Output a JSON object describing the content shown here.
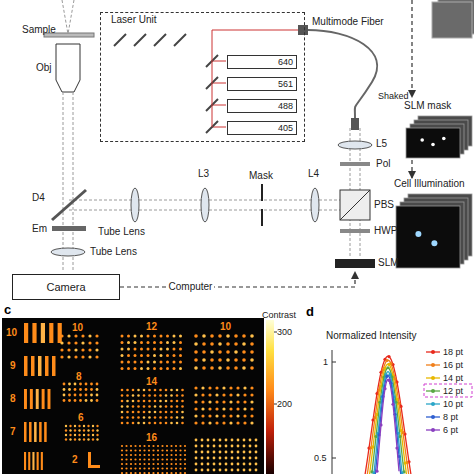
{
  "diagram": {
    "nodes": [
      {
        "text": [
          "Laser Unit"
        ]
      },
      {
        "text": [
          "640"
        ],
        "in": 0
      },
      {
        "text": [
          "561"
        ],
        "in": 0
      },
      {
        "text": [
          "488"
        ],
        "in": 0
      },
      {
        "text": [
          "405"
        ],
        "in": 0
      },
      {
        "text": [
          "SLM mask"
        ]
      },
      {
        "text": [
          "Cell Illumination"
        ]
      },
      {
        "text": [
          "SLM"
        ]
      },
      {
        "text": [
          "Camera"
        ]
      }
    ],
    "edges": [
      {
        "from": 8,
        "to": 7,
        "arrow": "to",
        "label": "Computer"
      },
      {
        "from": 5,
        "to": 6,
        "arrow": "to"
      }
    ],
    "labels": [
      "Sample",
      "Obj",
      "Multimode Fiber",
      "Shaked",
      "L5",
      "Pol",
      "PBS",
      "HWP",
      "Mask",
      "L3",
      "L4",
      "D4",
      "Em",
      "Tube Lens",
      "Tube Lens",
      "c",
      "10",
      "9",
      "8",
      "7",
      "10",
      "8",
      "6",
      "2",
      "12",
      "14",
      "16",
      "10",
      "Contrast",
      "300",
      "200",
      "d",
      "Normalized Intensity",
      "1",
      "0.5"
    ],
    "legend": [
      {
        "text": "18 pt"
      },
      {
        "text": "16 pt"
      },
      {
        "text": "14 pt"
      },
      {
        "text": "12 pt"
      },
      {
        "text": "10 pt"
      },
      {
        "text": "8 pt"
      },
      {
        "text": "6 pt"
      }
    ]
  }
}
